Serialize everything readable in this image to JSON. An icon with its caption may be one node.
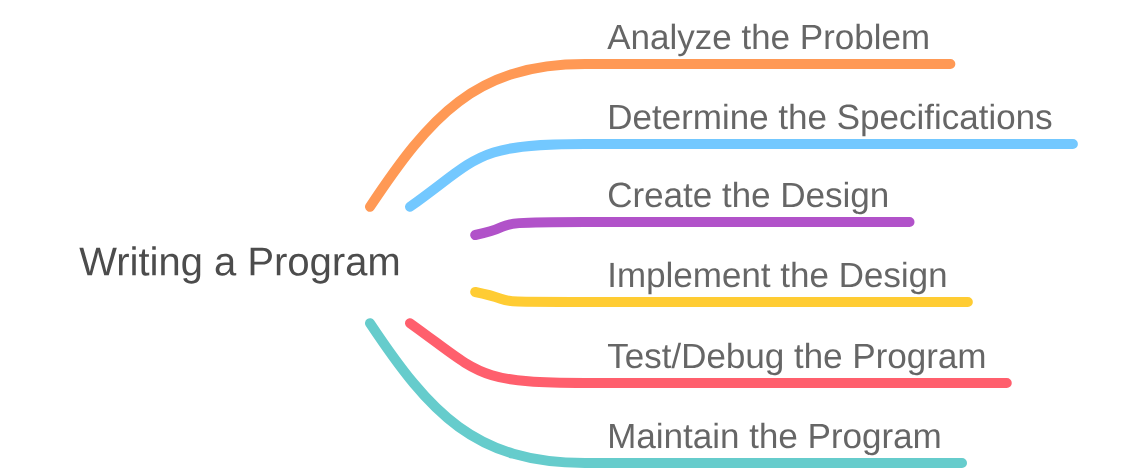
{
  "diagram": {
    "nodes": [
      {
        "text": [
          "Writing a Program"
        ]
      },
      {
        "text": [
          "Analyze the Problem"
        ]
      },
      {
        "text": [
          "Determine the Specifications"
        ]
      },
      {
        "text": [
          "Create the Design"
        ]
      },
      {
        "text": [
          "Implement the Design"
        ]
      },
      {
        "text": [
          "Test/Debug the Program"
        ]
      },
      {
        "text": [
          "Maintain the Program"
        ]
      }
    ],
    "edges": [
      {
        "from": 0,
        "to": 1,
        "arrow": "none",
        "color": "#ff9955"
      },
      {
        "from": 0,
        "to": 2,
        "arrow": "none",
        "color": "#73c8ff"
      },
      {
        "from": 0,
        "to": 3,
        "arrow": "none",
        "color": "#b152c9"
      },
      {
        "from": 0,
        "to": 4,
        "arrow": "none",
        "color": "#ffcc33"
      },
      {
        "from": 0,
        "to": 5,
        "arrow": "none",
        "color": "#ff5f6d"
      },
      {
        "from": 0,
        "to": 6,
        "arrow": "none",
        "color": "#66cccc"
      }
    ]
  }
}
